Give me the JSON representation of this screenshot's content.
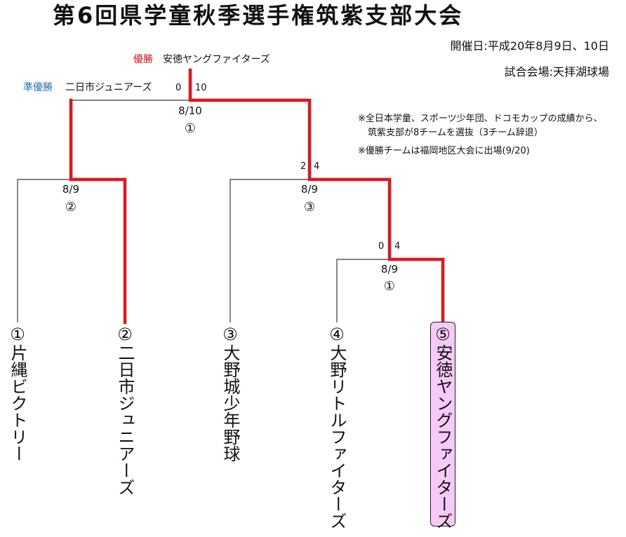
{
  "title": "第6回県学童秋季選手権筑紫支部大会",
  "event_info": {
    "date": "開催日:平成20年8月9日、10日",
    "venue": "試合会場:天拝湖球場"
  },
  "notes": {
    "line1": "※全日本学童、スポーツ少年団、ドコモカップの成績から、",
    "line2": "筑紫支部が8チームを選抜（3チーム辞退）",
    "line3": "※優勝チームは福岡地区大会に出場(9/20)"
  },
  "result": {
    "champion_label": "優勝",
    "champion_team": "安徳ヤングファイターズ",
    "runner_up_label": "準優勝",
    "runner_up_team": "二日市ジュニアーズ"
  },
  "matches": {
    "final": {
      "date": "8/10",
      "number": "①",
      "score_left": "0",
      "score_right": "10"
    },
    "game_2": {
      "date": "8/9",
      "number": "②"
    },
    "game_3": {
      "date": "8/9",
      "number": "③",
      "score_left": "2",
      "score_right": "4"
    },
    "game_1": {
      "date": "8/9",
      "number": "①",
      "score_left": "0",
      "score_right": "4"
    }
  },
  "teams": [
    {
      "label": "①片縄ビクトリー"
    },
    {
      "label": "②二日市ジュニアーズ"
    },
    {
      "label": "③大野城少年野球"
    },
    {
      "label": "④大野リトルファイターズ"
    },
    {
      "label": "⑤安徳ヤングファイターズ"
    }
  ],
  "colors": {
    "winner_line": "#e8141c",
    "loser_line": "#3a3a3a",
    "champion_label": "#e0141c",
    "runner_up_label": "#1e6fc0",
    "champion_highlight": "#f7c9f7"
  }
}
